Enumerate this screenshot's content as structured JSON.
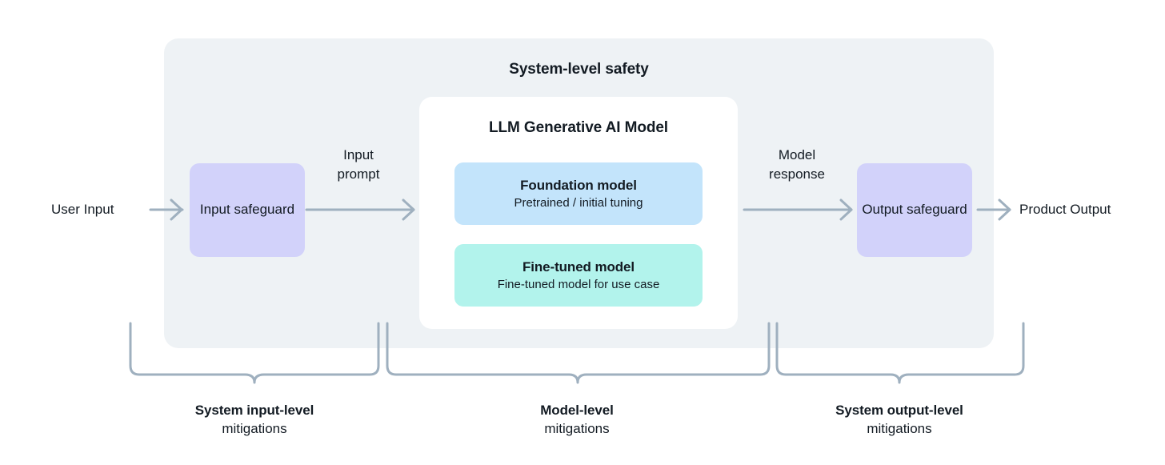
{
  "diagram": {
    "title": "System-level safety",
    "background_color": "#ffffff",
    "panel_color": "#eef2f5",
    "card_color": "#ffffff",
    "safeguard_color": "#d2d2fa",
    "foundation_color": "#c3e4fb",
    "finetuned_color": "#b2f3ec",
    "connector_color": "#9fb0bf",
    "text_color": "#131b23"
  },
  "endpoints": {
    "user_input": "User Input",
    "product_output": "Product Output"
  },
  "flow_labels": {
    "input_prompt": "Input\nprompt",
    "model_response": "Model\nresponse"
  },
  "safeguards": {
    "input": "Input\nsafeguard",
    "output": "Output\nsafeguard"
  },
  "model_card": {
    "title": "LLM Generative AI Model",
    "boxes": [
      {
        "name": "foundation-model",
        "title": "Foundation model",
        "subtitle": "Pretrained / initial tuning",
        "color": "#c3e4fb"
      },
      {
        "name": "fine-tuned-model",
        "title": "Fine-tuned model",
        "subtitle": "Fine-tuned model for use case",
        "color": "#b2f3ec"
      }
    ]
  },
  "mitigations": [
    {
      "name": "system-input-level",
      "title": "System input-level",
      "subtitle": "mitigations"
    },
    {
      "name": "model-level",
      "title": "Model-level",
      "subtitle": "mitigations"
    },
    {
      "name": "system-output-level",
      "title": "System output-level",
      "subtitle": "mitigations"
    }
  ]
}
